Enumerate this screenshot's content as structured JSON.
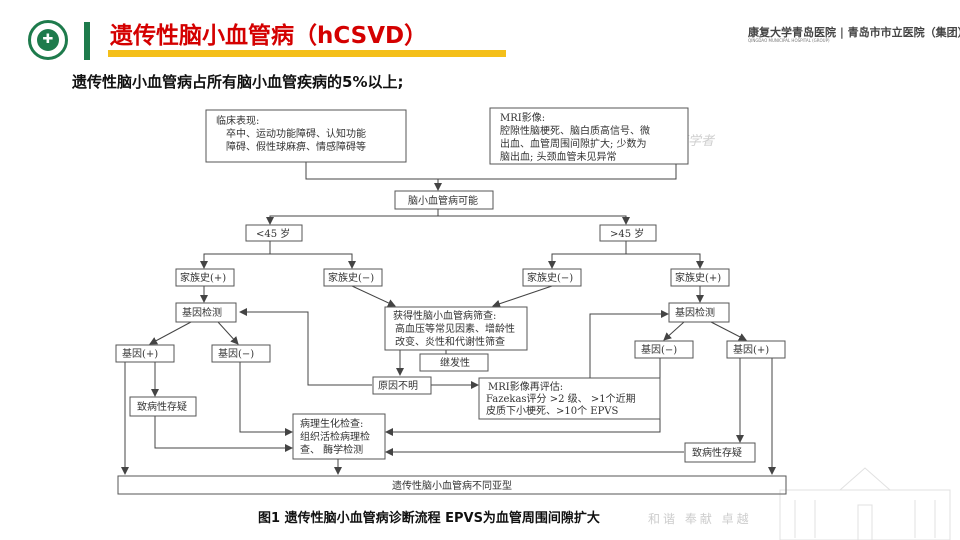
{
  "header": {
    "logo_glyph": "✚",
    "title": "遗传性脑小血管病（hCSVD）",
    "hospital_name": "康复大学青岛医院 | 青岛市市立医院（集团）",
    "hospital_name_en": "QINGDAO MUNICIPAL HOSPITAL (GROUP)",
    "accent_color": "#d40000",
    "brand_color": "#1e7b4c",
    "underline_color": "#f4bf1a"
  },
  "subtitle": "遗传性脑小血管病占所有脑小血管疾病的5%以上;",
  "flowchart": {
    "clinical_title": "临床表现:",
    "clinical_l1": "卒中、运动功能障碍、认知功能",
    "clinical_l2": "障碍、假性球麻痹、情感障碍等",
    "mri_title": "MRI影像:",
    "mri_l1": "腔隙性脑梗死、脑白质高信号、微",
    "mri_l2": "出血、血管周围间隙扩大; 少数为",
    "mri_l3": "脑出血; 头颈血管未见异常",
    "possible": "脑小血管病可能",
    "age_lt": "<45 岁",
    "age_gt": ">45 岁",
    "fh_pos_left": "家族史(+)",
    "fh_neg_left": "家族史(−)",
    "fh_neg_right": "家族史(−)",
    "fh_pos_right": "家族史(+)",
    "gene_test_left": "基因检测",
    "gene_test_right": "基因检测",
    "gene_pos_left": "基因(+)",
    "gene_neg_left": "基因(−)",
    "gene_neg_right": "基因(−)",
    "gene_pos_right": "基因(+)",
    "acquired_title": "获得性脑小血管病筛查:",
    "acquired_l1": "高血压等常见因素、增龄性",
    "acquired_l2": "改变、炎性和代谢性筛查",
    "secondary": "继发性",
    "unknown": "原因不明",
    "mri_re_title": "MRI影像再评估:",
    "mri_re_l1": "Fazekas评分 >2 级、 >1个近期",
    "mri_re_l2": "皮质下小梗死、>10个 EPVS",
    "pathogenic_left": "致病性存疑",
    "pathogenic_right": "致病性存疑",
    "patho_title": "病理生化检查:",
    "patho_l1": "组织活检病理检",
    "patho_l2": "查、 酶学检测",
    "final": "遗传性脑小血管病不同亚型"
  },
  "caption": "图1 遗传性脑小血管病诊断流程 EPVS为血管周围间隙扩大",
  "watermark_top": "外籍学者",
  "watermark_bottom": "和谐 奉献 卓越"
}
